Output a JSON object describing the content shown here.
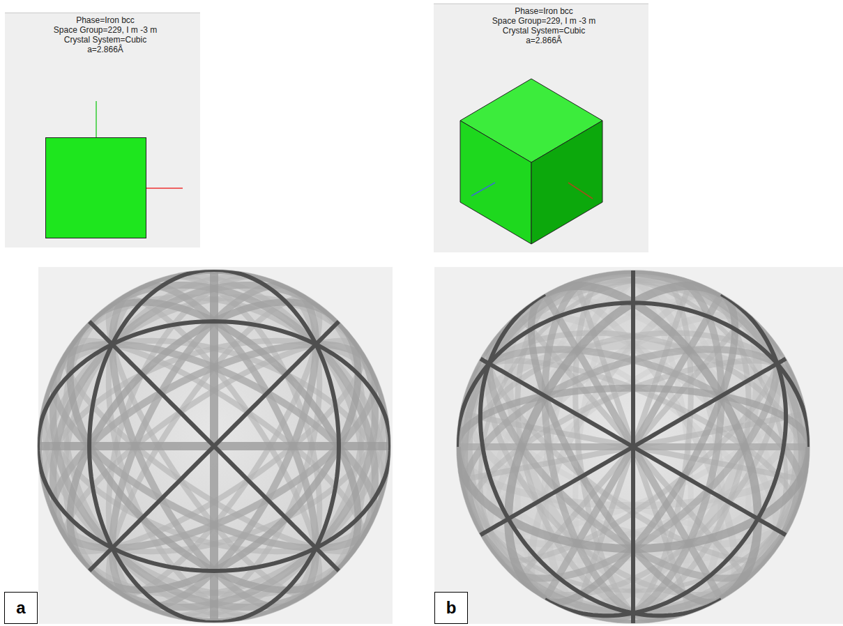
{
  "diagram": {
    "nodes": [
      {
        "text": [
          "Phase=Iron bcc",
          "Space Group=229, I m -3 m",
          "Crystal System=Cubic",
          "a=2.866Å"
        ]
      },
      {
        "text": [
          "Phase=Iron bcc",
          "Space Group=229, I m -3 m",
          "Crystal System=Cubic",
          "a=2.866Å"
        ]
      },
      {
        "text": [
          "a"
        ]
      },
      {
        "text": [
          "b"
        ]
      }
    ]
  }
}
